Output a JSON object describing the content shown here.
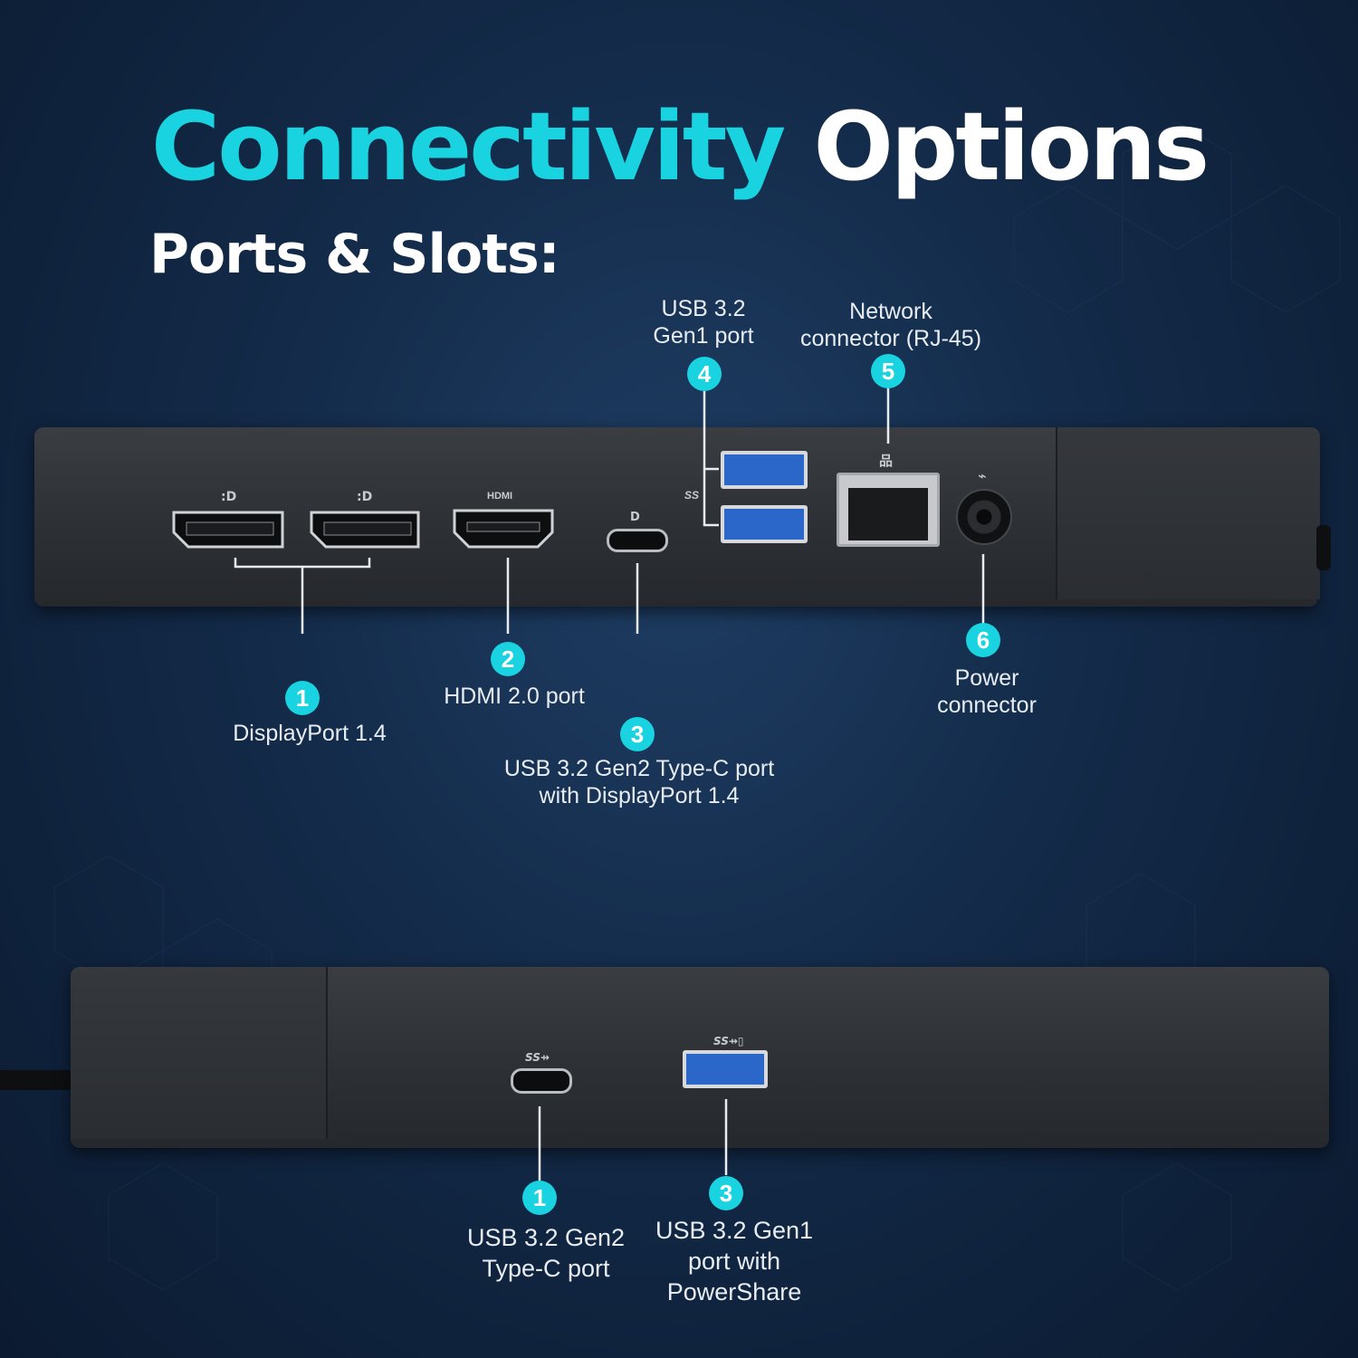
{
  "header": {
    "title_accent": "Connectivity",
    "title_rest": "Options",
    "subtitle": "Ports & Slots:"
  },
  "rear_panel": {
    "callouts": [
      {
        "number": "1",
        "label": "DisplayPort 1.4"
      },
      {
        "number": "2",
        "label": "HDMI 2.0 port"
      },
      {
        "number": "3",
        "label_line1": "USB 3.2 Gen2 Type-C port",
        "label_line2": "with DisplayPort 1.4"
      },
      {
        "number": "4",
        "label_line1": "USB 3.2",
        "label_line2": "Gen1 port"
      },
      {
        "number": "5",
        "label_line1": "Network",
        "label_line2": "connector (RJ-45)"
      },
      {
        "number": "6",
        "label_line1": "Power",
        "label_line2": "connector"
      }
    ],
    "port_symbols": {
      "hdmi": "HDMI",
      "usb": "SS",
      "network": "品",
      "power": "⌁"
    }
  },
  "front_panel": {
    "callouts": [
      {
        "number": "1",
        "label_line1": "USB 3.2 Gen2",
        "label_line2": "Type-C port"
      },
      {
        "number": "3",
        "label_line1": "USB 3.2 Gen1",
        "label_line2": "port with",
        "label_line3": "PowerShare"
      }
    ]
  },
  "colors": {
    "accent": "#19d3e0",
    "background": "#132a48",
    "dock": "#2d3035",
    "usb_blue": "#2b66c9"
  }
}
